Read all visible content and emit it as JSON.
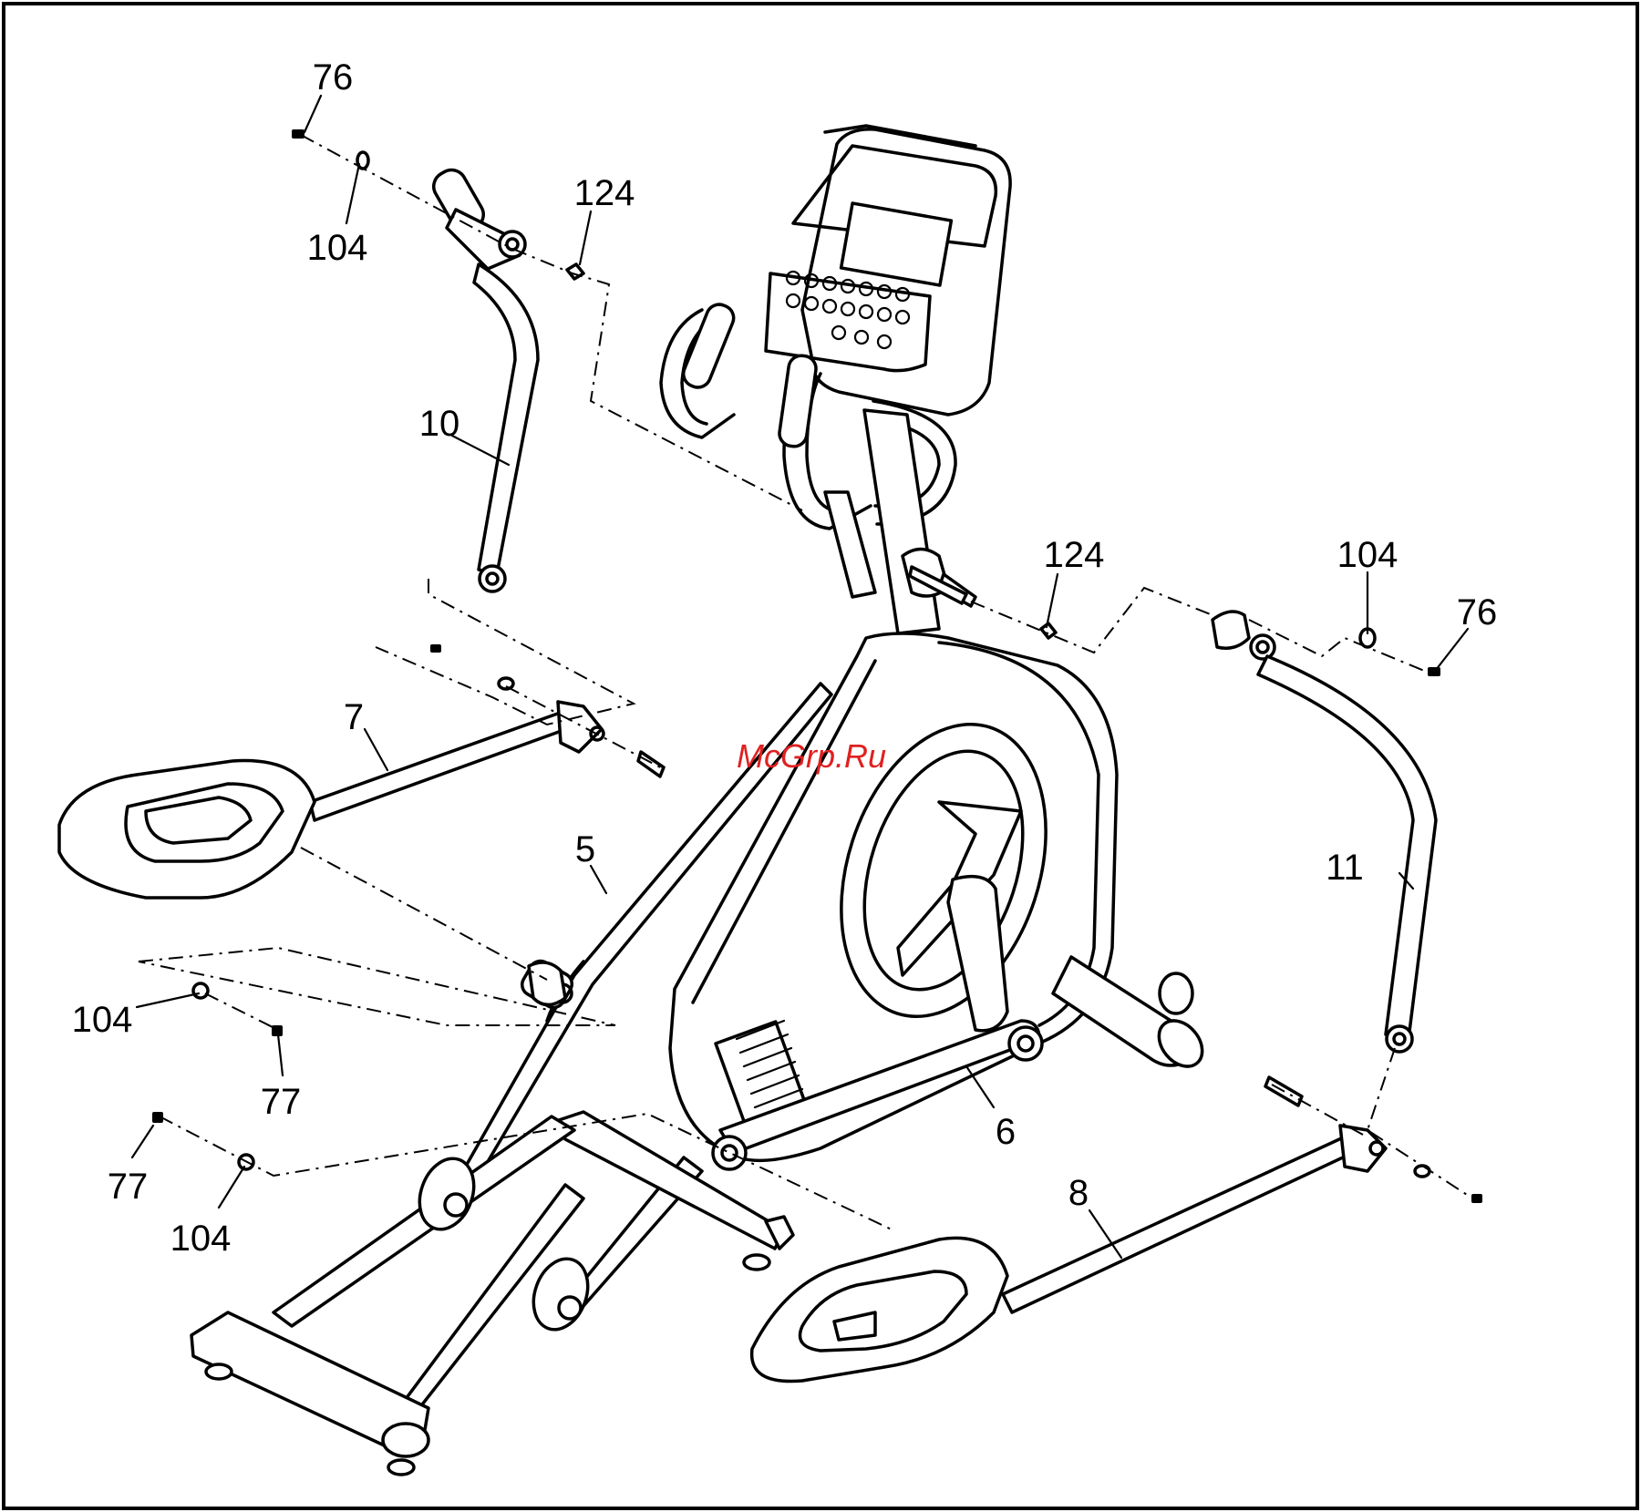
{
  "watermark": "McGrp.Ru",
  "part_labels": [
    "76",
    "104",
    "124",
    "10",
    "7",
    "5",
    "104",
    "77",
    "77",
    "104",
    "124",
    "104",
    "76",
    "11",
    "6",
    "8"
  ]
}
